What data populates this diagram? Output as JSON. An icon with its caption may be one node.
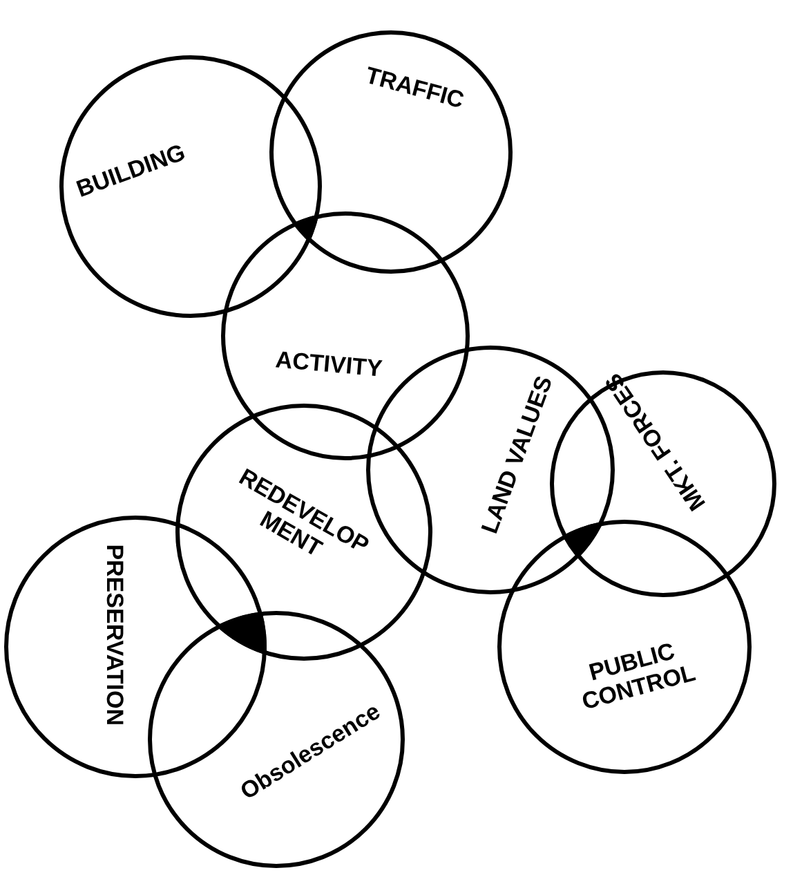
{
  "diagram": {
    "nodes": [
      {
        "text": [
          "BUILDING"
        ]
      },
      {
        "text": [
          "TRAFFIC"
        ]
      },
      {
        "text": [
          "ACTIVITY"
        ]
      },
      {
        "text": [
          "LAND VALUES"
        ]
      },
      {
        "text": [
          "MKT. FORCES"
        ]
      },
      {
        "text": [
          "REDEVELOP MENT"
        ]
      },
      {
        "text": [
          "PRESERVATION"
        ]
      },
      {
        "text": [
          "PUBLIC CONTROL"
        ]
      },
      {
        "text": [
          "Obsolescence"
        ]
      }
    ],
    "edges": []
  }
}
